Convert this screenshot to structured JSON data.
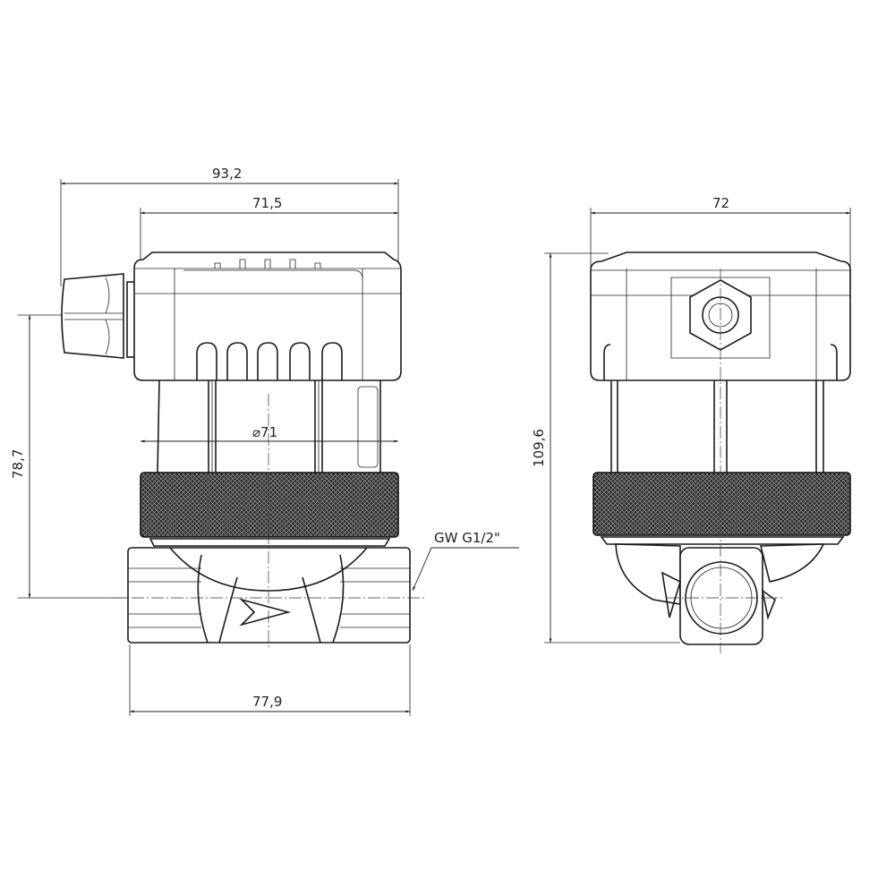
{
  "drawing": {
    "front_view": {
      "overall_width_label": "93,2",
      "housing_width_label": "71,5",
      "diameter_label": "⌀71",
      "height_to_axis_label": "78,7",
      "pipe_length_label": "77,9",
      "thread_label": "GW G1/2\""
    },
    "side_view": {
      "width_label": "72",
      "total_height_label": "109,6"
    }
  },
  "colors": {
    "line": "#1a1a1a",
    "knurl": "#2a2a2a",
    "background": "#ffffff"
  }
}
